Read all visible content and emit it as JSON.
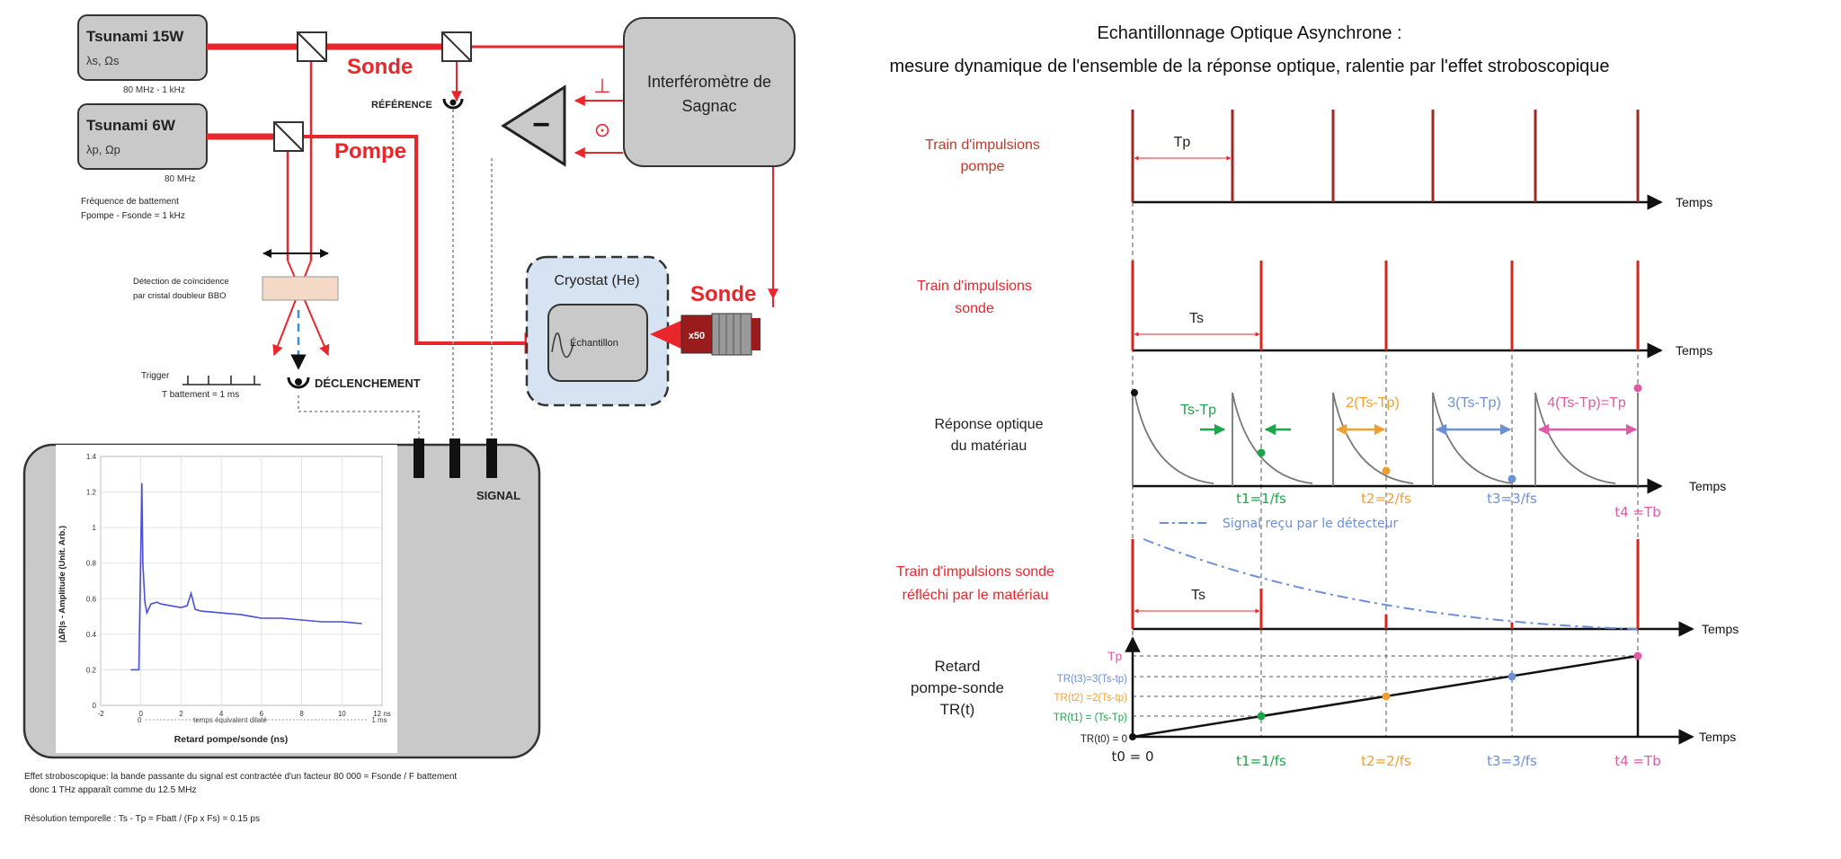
{
  "colors": {
    "laser": "#e8262b",
    "pulse_dark": "#9b2a22",
    "pulse_red": "#d9261c",
    "green": "#1ca64a",
    "orange": "#f0a030",
    "blue": "#6c8fd8",
    "pink": "#e05aa6",
    "plot_line": "#4a4fd6",
    "box_grey": "#c9c9c9",
    "cryo_fill": "#d6e3f2"
  },
  "setup": {
    "laser1": {
      "name": "Tsunami 15W",
      "sub": "λs, Ωs",
      "freq": "80 MHz - 1 kHz"
    },
    "laser2": {
      "name": "Tsunami 6W",
      "sub": "λp, Ωp",
      "freq": "80 MHz"
    },
    "battement": {
      "line1": "Fréquence de battement",
      "line2": "Fpompe - Fsonde = 1 kHz"
    },
    "sonde_label": "Sonde",
    "pompe_label": "Pompe",
    "reference_label": "RÉFÉRENCE",
    "interferometer": {
      "line1": "Interféromètre de",
      "line2": "Sagnac"
    },
    "amp": {
      "minus": "−",
      "perp": "⊥",
      "odot": "⊙"
    },
    "coincidence": {
      "line1": "Détection de coïncidence",
      "line2": "par cristal doubleur BBO"
    },
    "cryostat": {
      "title": "Cryostat (He)",
      "sample": "Échantillon"
    },
    "objective": "x50",
    "sonde_label2": "Sonde",
    "trigger": {
      "line1": "Trigger",
      "line2": "T battement = 1 ms"
    },
    "declenchement_label": "DÉCLENCHEMENT",
    "signal_label": "SIGNAL",
    "plot": {
      "ylabel": "|ΔR|s - Amplitude (Unit. Arb.)",
      "xlabel": "Retard pompe/sonde (ns)",
      "subaxis_left": "0",
      "subaxis_mid": "temps équivalent dilaté",
      "subaxis_right": "1 ms",
      "yticks": [
        "0",
        "0.2",
        "0.4",
        "0.6",
        "0.8",
        "1",
        "1.2",
        "1.4"
      ],
      "xticks": [
        "-2",
        "0",
        "2",
        "4",
        "6",
        "8",
        "10",
        "12 ns"
      ]
    },
    "note1a": "Effet stroboscopique: la bande passante du signal est contractée d'un facteur 80 000 = Fsonde / F battement",
    "note1b": "donc 1 THz apparaît comme du 12.5 MHz",
    "note2": "Résolution temporelle : Ts - Tp = Fbatt / (Fp x Fs) = 0.15 ps"
  },
  "chart_data": {
    "type": "line",
    "xlabel": "Retard pompe/sonde (ns)",
    "ylabel": "|ΔR|s - Amplitude (Unit. Arb.)",
    "xlim": [
      -2,
      12
    ],
    "ylim": [
      0,
      1.4
    ],
    "grid": true,
    "series": [
      {
        "x": [
          -0.5,
          -0.1,
          0,
          0.05,
          0.1,
          0.2,
          0.3,
          0.5,
          0.8,
          1,
          1.5,
          2,
          2.3,
          2.5,
          2.7,
          3,
          4,
          5,
          5.5,
          6,
          7,
          8,
          9,
          10,
          11
        ],
        "y": [
          0.2,
          0.2,
          0.9,
          1.25,
          0.8,
          0.58,
          0.52,
          0.57,
          0.58,
          0.57,
          0.56,
          0.55,
          0.56,
          0.63,
          0.54,
          0.53,
          0.52,
          0.51,
          0.5,
          0.49,
          0.49,
          0.48,
          0.47,
          0.47,
          0.46
        ]
      }
    ]
  },
  "diagram": {
    "title1": "Echantillonnage Optique Asynchrone :",
    "title2": "mesure dynamique de l'ensemble de la réponse optique, ralentie par l'effet stroboscopique",
    "row1": {
      "l1": "Train d'impulsions",
      "l2": "pompe",
      "period": "Tp"
    },
    "row2": {
      "l1": "Train d'impulsions",
      "l2": "sonde",
      "period": "Ts"
    },
    "row3": {
      "l1": "Réponse optique",
      "l2": "du matériau",
      "d1": "Ts-Tp",
      "d2": "2(Ts-Tp)",
      "d3": "3(Ts-Tp)",
      "d4": "4(Ts-Tp)=Tp",
      "t1": "t1=1/fs",
      "t2": "t2=2/fs",
      "t3": "t3=3/fs",
      "t4": "t4 =Tb",
      "signal": "Signal reçu par le détecteur"
    },
    "row4": {
      "l1": "Train d'impulsions sonde",
      "l2": "réfléchi par le matériau",
      "period": "Ts"
    },
    "row5": {
      "l1": "Retard",
      "l2": "pompe-sonde",
      "l3": "TR(t)",
      "tp": "Tp",
      "tr3": "TR(t3)=3(Ts-tp)",
      "tr2": "TR(t2) =2(Ts-tp)",
      "tr1": "TR(t1) = (Ts-Tp)",
      "tr0": "TR(t0) = 0",
      "t0": "t0 = 0",
      "t1": "t1=1/fs",
      "t2": "t2=2/fs",
      "t3": "t3=3/fs",
      "t4": "t4 =Tb"
    },
    "temps": "Temps"
  }
}
